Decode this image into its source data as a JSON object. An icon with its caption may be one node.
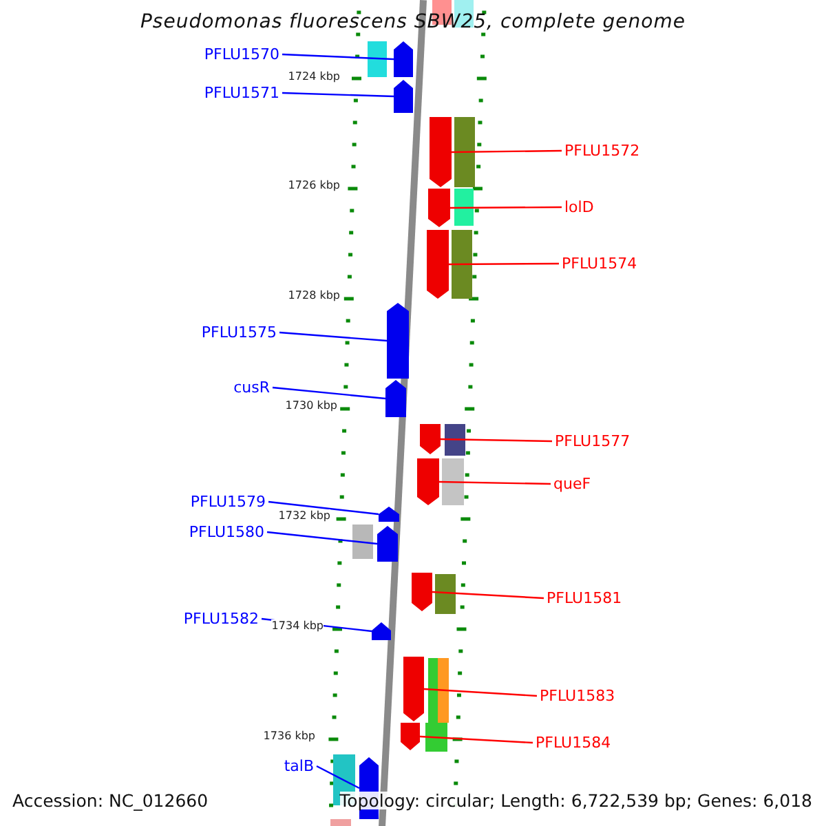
{
  "diagram": {
    "title": "Pseudomonas fluorescens SBW25, complete genome",
    "nodes": [
      {
        "text": [
          "PFLU1570"
        ]
      },
      {
        "text": [
          "PFLU1571"
        ]
      },
      {
        "text": [
          "PFLU1572"
        ]
      },
      {
        "text": [
          "lolD"
        ]
      },
      {
        "text": [
          "PFLU1574"
        ]
      },
      {
        "text": [
          "PFLU1575"
        ]
      },
      {
        "text": [
          "cusR"
        ]
      },
      {
        "text": [
          "PFLU1577"
        ]
      },
      {
        "text": [
          "queF"
        ]
      },
      {
        "text": [
          "PFLU1579"
        ]
      },
      {
        "text": [
          "PFLU1580"
        ]
      },
      {
        "text": [
          "PFLU1581"
        ]
      },
      {
        "text": [
          "PFLU1582"
        ]
      },
      {
        "text": [
          "PFLU1583"
        ]
      },
      {
        "text": [
          "PFLU1584"
        ]
      },
      {
        "text": [
          "talB"
        ]
      },
      {
        "text": [],
        "shape": "arrow"
      },
      {
        "text": [],
        "shape": "arrow"
      },
      {
        "text": [],
        "shape": "arrow"
      },
      {
        "text": [],
        "shape": "arrow"
      },
      {
        "text": [],
        "shape": "arrow"
      },
      {
        "text": [],
        "shape": "arrow"
      },
      {
        "text": [],
        "shape": "arrow"
      },
      {
        "text": [],
        "shape": "arrow"
      },
      {
        "text": [],
        "shape": "arrow"
      },
      {
        "text": [],
        "shape": "arrow"
      },
      {
        "text": [],
        "shape": "arrow"
      },
      {
        "text": [],
        "shape": "arrow"
      },
      {
        "text": [],
        "shape": "arrow"
      },
      {
        "text": [],
        "shape": "arrow"
      },
      {
        "text": [],
        "shape": "arrow"
      },
      {
        "text": [],
        "shape": "arrow"
      }
    ],
    "edges": [
      {
        "from": 0,
        "to": 16,
        "arrow": "none",
        "color": "#0000ff"
      },
      {
        "from": 1,
        "to": 17,
        "arrow": "none",
        "color": "#0000ff"
      },
      {
        "from": 2,
        "to": 18,
        "arrow": "none",
        "color": "#ff0000"
      },
      {
        "from": 3,
        "to": 19,
        "arrow": "none",
        "color": "#ff0000"
      },
      {
        "from": 4,
        "to": 20,
        "arrow": "none",
        "color": "#ff0000"
      },
      {
        "from": 5,
        "to": 21,
        "arrow": "none",
        "color": "#0000ff"
      },
      {
        "from": 6,
        "to": 22,
        "arrow": "none",
        "color": "#0000ff"
      },
      {
        "from": 7,
        "to": 23,
        "arrow": "none",
        "color": "#ff0000"
      },
      {
        "from": 8,
        "to": 24,
        "arrow": "none",
        "color": "#ff0000"
      },
      {
        "from": 9,
        "to": 25,
        "arrow": "none",
        "color": "#0000ff"
      },
      {
        "from": 10,
        "to": 26,
        "arrow": "none",
        "color": "#0000ff"
      },
      {
        "from": 11,
        "to": 27,
        "arrow": "none",
        "color": "#ff0000"
      },
      {
        "from": 12,
        "to": 28,
        "arrow": "none",
        "color": "#0000ff"
      },
      {
        "from": 13,
        "to": 29,
        "arrow": "none",
        "color": "#ff0000"
      },
      {
        "from": 14,
        "to": 30,
        "arrow": "none",
        "color": "#ff0000"
      },
      {
        "from": 15,
        "to": 31,
        "arrow": "none",
        "color": "#0000ff"
      }
    ],
    "labels": [
      "1724 kbp",
      "1726 kbp",
      "1728 kbp",
      "1730 kbp",
      "1732 kbp",
      "1734 kbp",
      "1736 kbp",
      "Accession: NC_012660",
      "Topology: circular; Length: 6,722,539 bp; Genes: 6,018"
    ]
  }
}
